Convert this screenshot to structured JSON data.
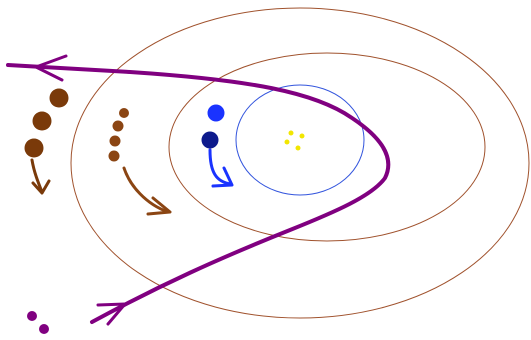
{
  "diagram": {
    "colors": {
      "background": "#ffffff",
      "outer_orbit": "#a0522d",
      "middle_orbit": "#a0522d",
      "inner_orbit": "#3355dd",
      "central_dots": "#f2e600",
      "inner_body_light": "#1a33ff",
      "inner_body_dark": "#0d1a8c",
      "inner_arrow": "#1a33ff",
      "middle_bodies": "#8b4513",
      "middle_arrow": "#8b4513",
      "outer_bodies": "#7a3a0a",
      "outer_arrow": "#7a3a0a",
      "hyperbolic_path": "#800080",
      "intruder_dots": "#800080"
    },
    "elements": {
      "central_cluster": "yellow-dot-cluster",
      "inner_orbit": "blue-ellipse",
      "middle_orbit": "brown-ellipse",
      "outer_orbit": "brown-ellipse",
      "inner_pair": "blue-dot-pair",
      "middle_group": "brown-dot-group",
      "outer_group": "brown-dot-group",
      "flyby_path": "purple-hyperbolic-trajectory",
      "intruder_pair": "purple-dot-pair"
    }
  }
}
